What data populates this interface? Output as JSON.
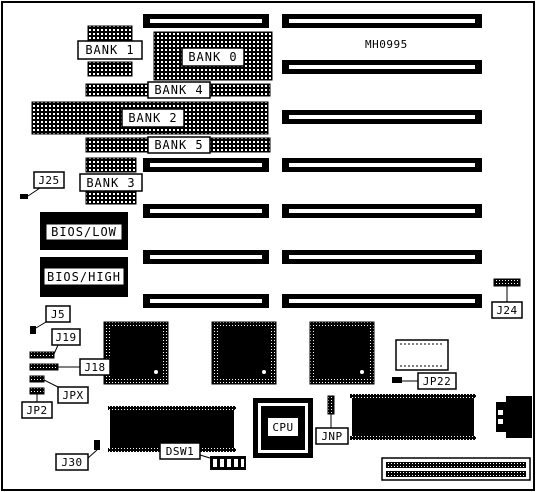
{
  "diagram_id": "MH0995",
  "memory_banks": [
    "BANK 0",
    "BANK 1",
    "BANK 2",
    "BANK 3",
    "BANK 4",
    "BANK 5"
  ],
  "bios": {
    "low": "BIOS/LOW",
    "high": "BIOS/HIGH"
  },
  "cpu_label": "CPU",
  "switch_label": "DSW1",
  "jumpers": {
    "j5": "J5",
    "j18": "J18",
    "j19": "J19",
    "j24": "J24",
    "j25": "J25",
    "j30": "J30",
    "jp2": "JP2",
    "jp22": "JP22",
    "jpx": "JPX",
    "jnp": "JNP"
  }
}
